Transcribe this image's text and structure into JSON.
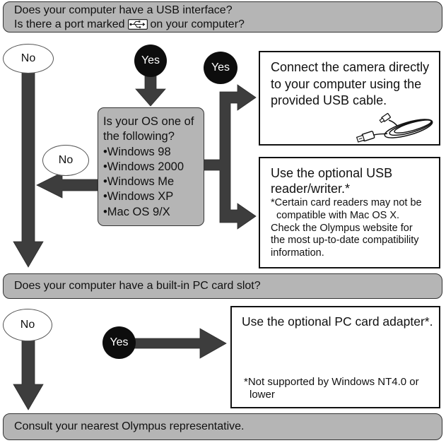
{
  "questions": {
    "usb": {
      "line1": "Does your computer have a USB interface?",
      "line2_start": "Is there a port marked",
      "line2_end": "on your computer?",
      "port_icon": "usb-port-icon"
    },
    "os": {
      "lines": [
        "Is your OS one of",
        "the following?"
      ],
      "options": [
        "•Windows 98",
        "•Windows 2000",
        "•Windows Me",
        "•Windows XP",
        "•Mac OS 9/X"
      ]
    },
    "pc_card": "Does your computer have a built-in PC card slot?"
  },
  "branches": {
    "usb_no": "No",
    "usb_yes": "Yes",
    "os_no": "No",
    "os_yes": "Yes",
    "pc_card_no": "No",
    "pc_card_yes": "Yes"
  },
  "results": {
    "usb_cable": {
      "lines": [
        "Connect the camera directly",
        "to your computer using the",
        "provided USB cable."
      ],
      "illustration_icon": "usb-cable-icon"
    },
    "usb_reader": {
      "lines": [
        "Use the optional USB",
        "reader/writer.*"
      ],
      "note_lines": [
        "*Certain card readers may not be",
        "compatible with Mac OS X.",
        "Check the Olympus website for",
        "the most up-to-date compatibility",
        "information."
      ]
    },
    "pc_card_adapter": {
      "line": "Use the optional PC card adapter*.",
      "note_lines": [
        "*Not supported by Windows NT4.0 or",
        "lower"
      ]
    },
    "consult": "Consult your nearest Olympus representative."
  },
  "colors": {
    "question_fill": "#b5b5b5",
    "arrow": "#3d3d3d",
    "yes_fill": "#0d0d0d",
    "box_border": "#111111"
  }
}
